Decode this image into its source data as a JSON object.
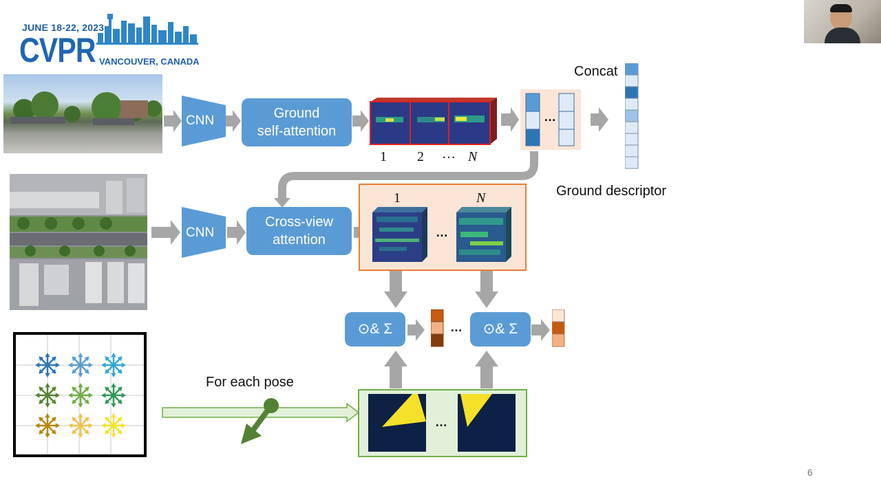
{
  "logo": {
    "dates": "JUNE 18-22, 2023",
    "name": "CVPR",
    "location": "VANCOUVER, CANADA"
  },
  "blocks": {
    "cnn_top": "CNN",
    "cnn_mid": "CNN",
    "ground_attention_line1": "Ground",
    "ground_attention_line2": "self-attention",
    "cross_attention_line1": "Cross-view",
    "cross_attention_line2": "attention",
    "dot_sum_1": "⊙& Σ",
    "dot_sum_2": "⊙& Σ"
  },
  "labels": {
    "concat": "Concat",
    "ground_descriptor": "Ground descriptor",
    "for_each_pose": "For each pose",
    "ellipsis": "…",
    "slide_number": "6"
  },
  "feature_indices": {
    "top": [
      "1",
      "2",
      "…",
      "N"
    ],
    "cross_first": "1",
    "cross_last": "N"
  },
  "colors": {
    "block_blue": "#5b9bd5",
    "arrow_gray": "#a6a6a6",
    "peach": "#fbe5d6",
    "orange_border": "#ed7d31",
    "green_bg": "#e2f0d9",
    "green_border": "#70ad47",
    "red_border": "#e02020",
    "pose_green": "#548235"
  }
}
